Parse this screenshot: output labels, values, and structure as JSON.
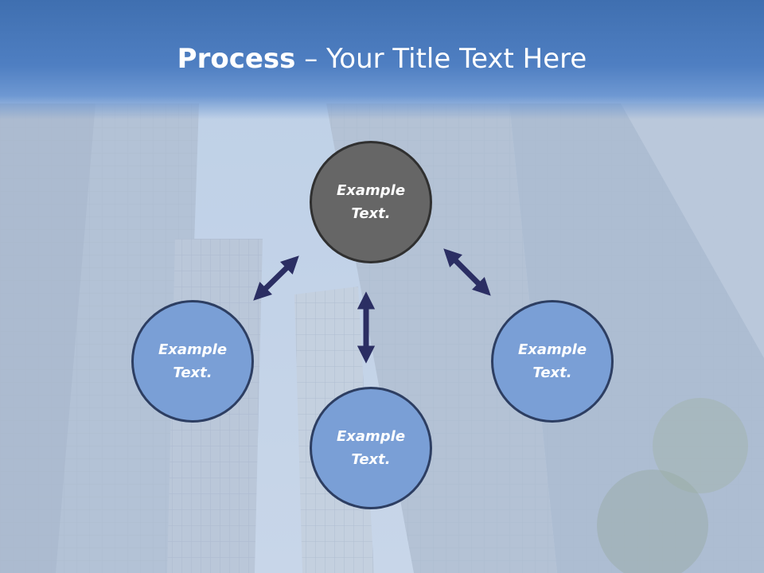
{
  "title": {
    "bold": "Process",
    "separator": " – ",
    "rest": "Your Title Text Here"
  },
  "nodes": [
    {
      "line1": "Example",
      "line2": "Text."
    },
    {
      "line1": "Example",
      "line2": "Text."
    },
    {
      "line1": "Example",
      "line2": "Text."
    },
    {
      "line1": "Example",
      "line2": "Text."
    }
  ],
  "colors": {
    "header": "#4f7fc2",
    "arrow": "#2b2e63",
    "center_node": "#666666",
    "outer_node": "#7a9fd6"
  }
}
